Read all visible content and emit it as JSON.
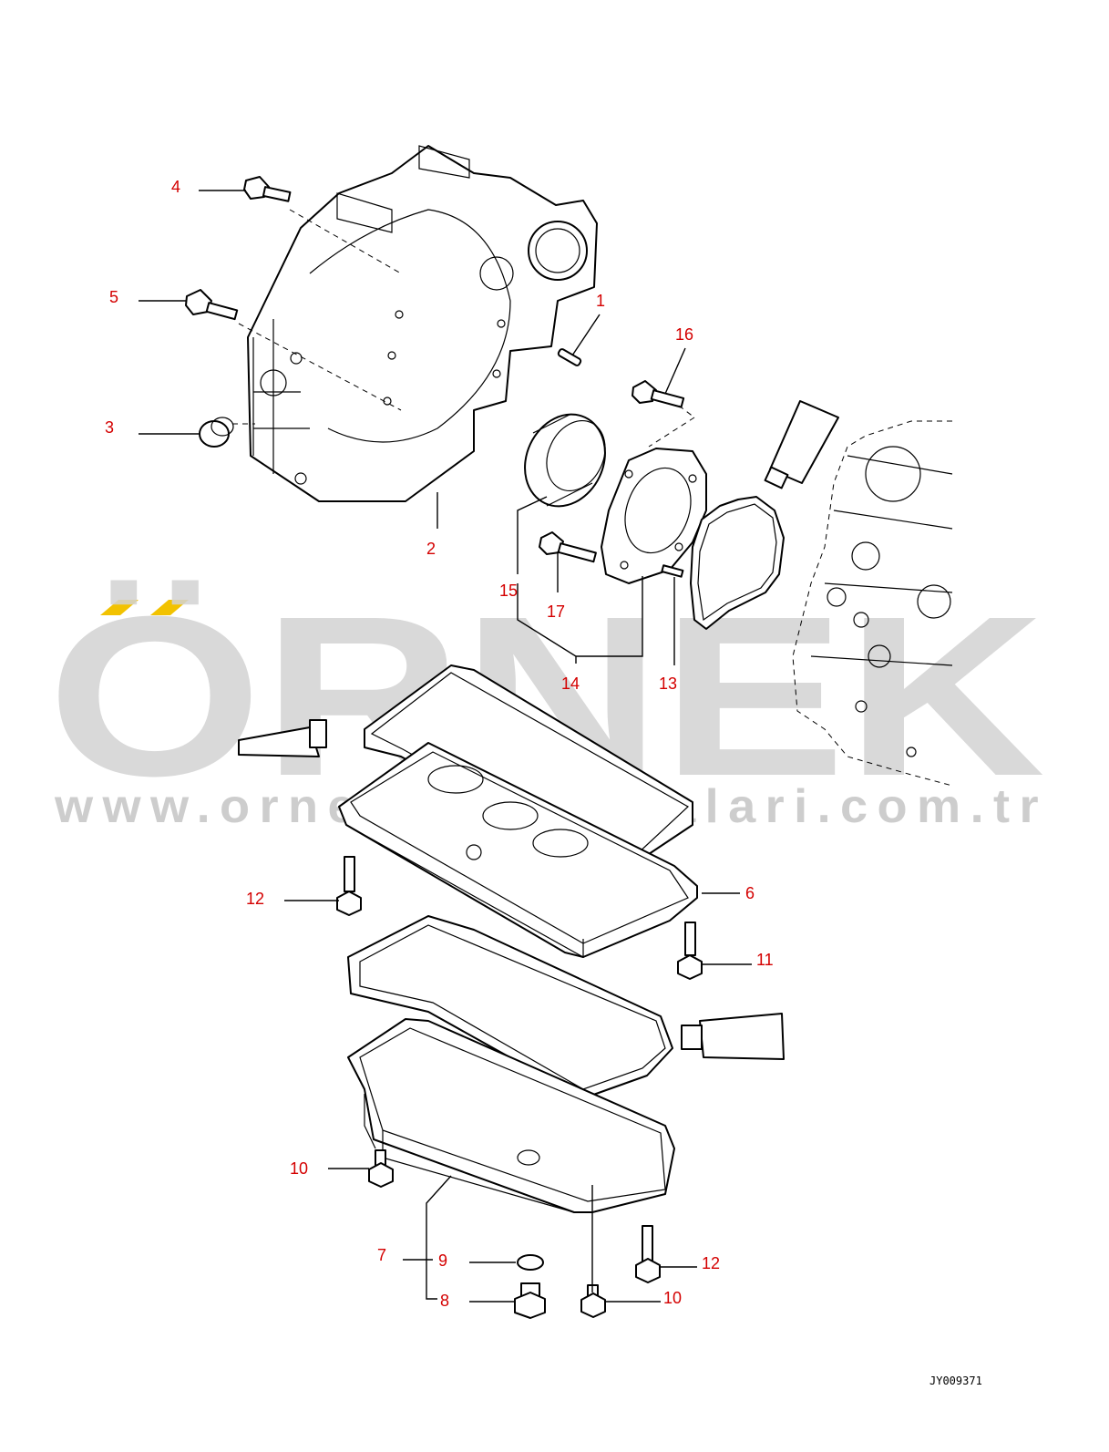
{
  "watermark": {
    "brand": "ÖRNEK",
    "url": "www.orneksumakinalari.com.tr",
    "accent_color": "#f2c200",
    "text_color": "#d3d3d3"
  },
  "drawing_id": "JY009371",
  "callouts": {
    "c1": "1",
    "c2": "2",
    "c3": "3",
    "c4": "4",
    "c5": "5",
    "c6": "6",
    "c7": "7",
    "c8": "8",
    "c9": "9",
    "c10a": "10",
    "c10b": "10",
    "c11": "11",
    "c12a": "12",
    "c12b": "12",
    "c13": "13",
    "c14": "14",
    "c15": "15",
    "c16": "16",
    "c17": "17"
  },
  "colors": {
    "callout": "#d40000",
    "line": "#000000"
  }
}
